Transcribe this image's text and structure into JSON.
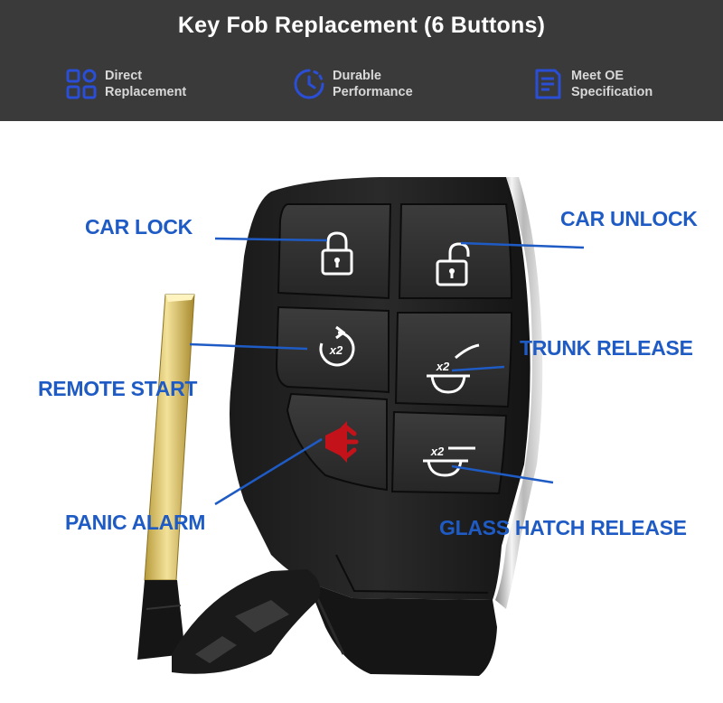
{
  "header": {
    "title": "Key Fob Replacement (6 Buttons)",
    "features": [
      {
        "icon": "grid-icon",
        "line1": "Direct",
        "line2": "Replacement"
      },
      {
        "icon": "clock-icon",
        "line1": "Durable",
        "line2": "Performance"
      },
      {
        "icon": "document-icon",
        "line1": "Meet OE",
        "line2": "Specification"
      }
    ]
  },
  "callouts": {
    "car_lock": "CAR LOCK",
    "car_unlock": "CAR UNLOCK",
    "remote_start": "REMOTE START",
    "trunk_release": "TRUNK RELEASE",
    "panic_alarm": "PANIC ALARM",
    "glass_hatch_release": "GLASS HATCH RELEASE"
  },
  "fob": {
    "remote_start_glyph": "x2",
    "trunk_glyph": "x2",
    "hatch_glyph": "x2"
  },
  "colors": {
    "header_bg": "#3a3a3a",
    "icon_blue": "#2a4fd6",
    "callout_blue": "#1f5bc4",
    "panic_red": "#c4121a"
  }
}
